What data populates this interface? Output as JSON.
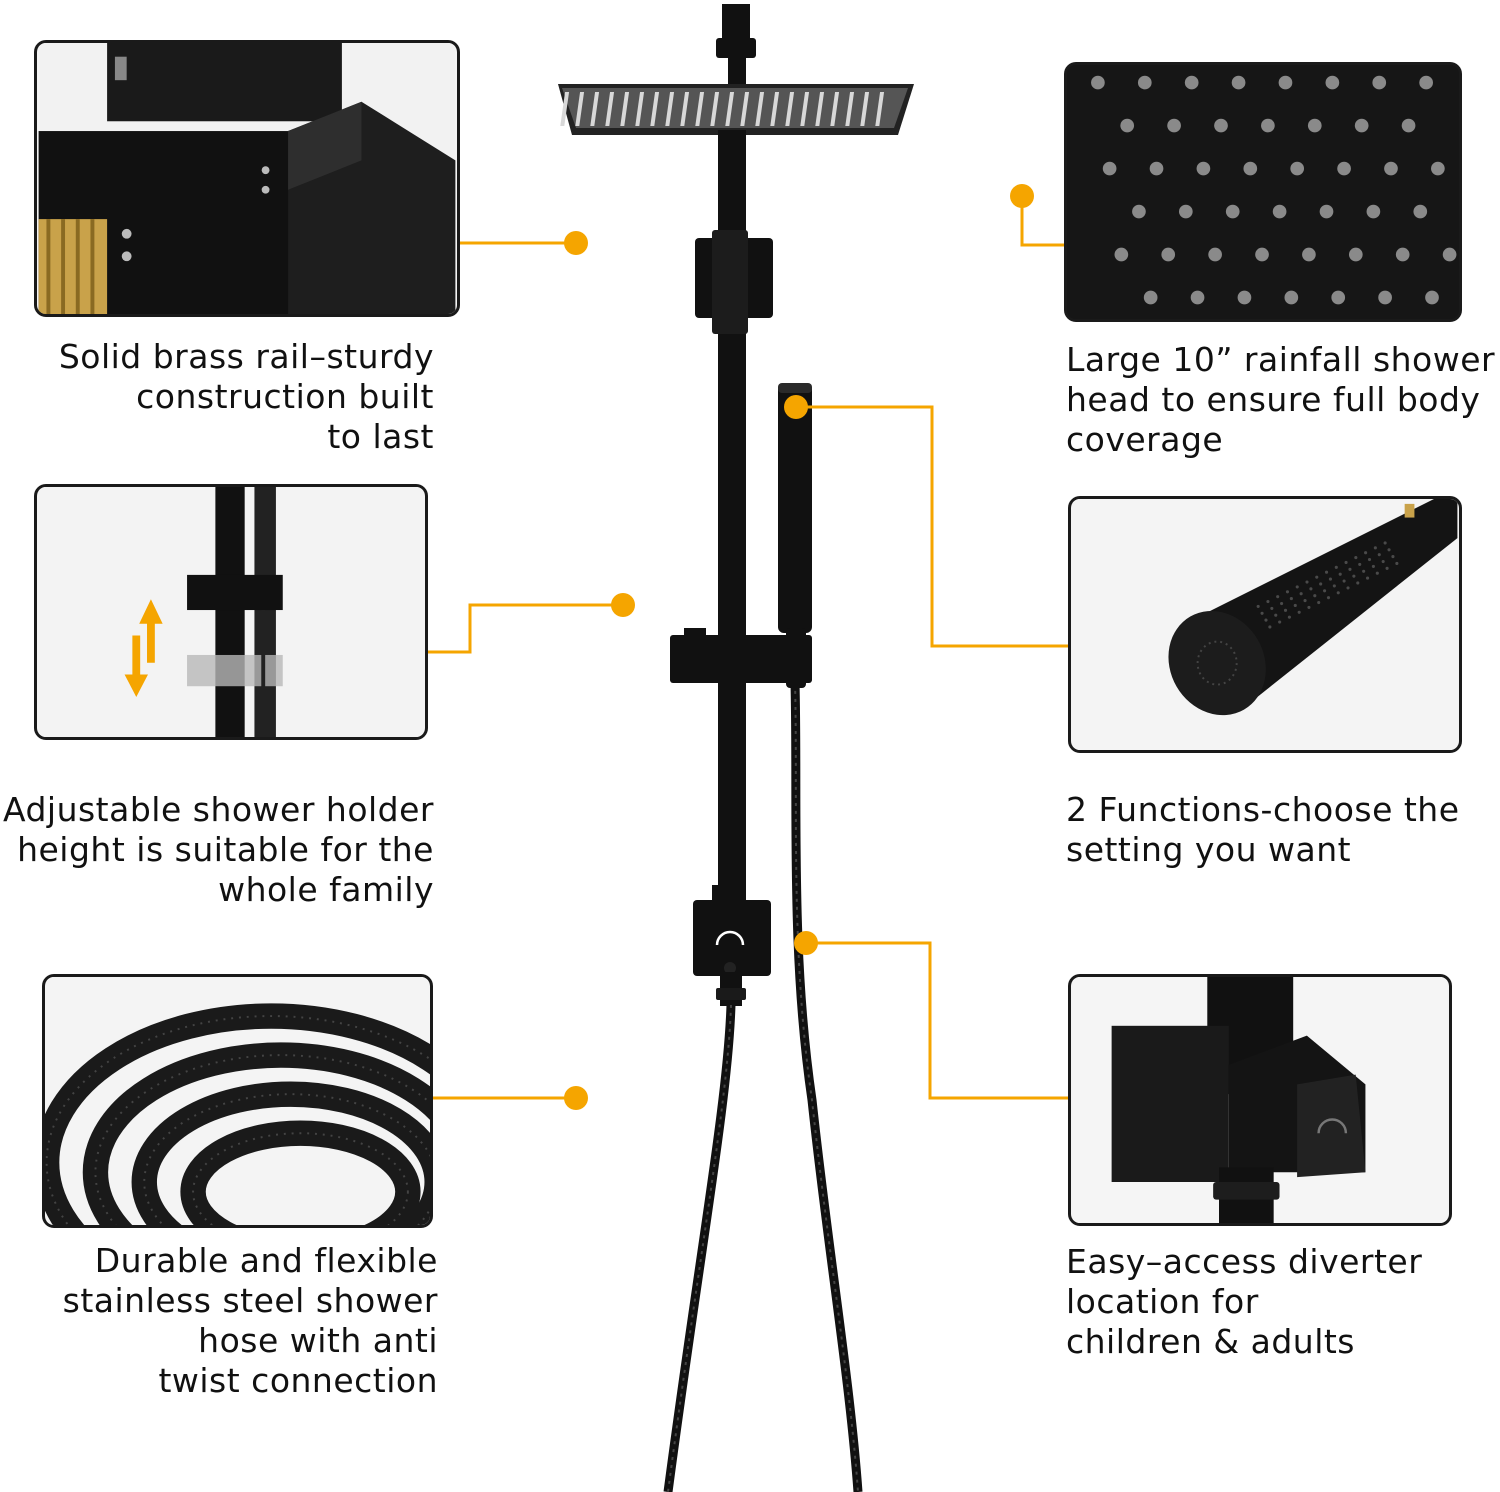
{
  "colors": {
    "accent": "#f5a500",
    "product": "#111111",
    "frame": "#1a1a1a",
    "brass": "#c9a24a"
  },
  "features": {
    "brass_rail": {
      "lines": [
        "Solid brass rail–sturdy",
        "construction built",
        "to last"
      ],
      "image": "brass-rail-elbow-closeup"
    },
    "holder": {
      "lines": [
        "Adjustable shower holder",
        "height is suitable for the",
        "whole family"
      ],
      "image": "sliding-holder-with-arrows"
    },
    "hose": {
      "lines": [
        "Durable and flexible",
        "stainless steel shower",
        "hose  with anti",
        "twist connection"
      ],
      "image": "coiled-black-hose"
    },
    "rain_head": {
      "lines": [
        "Large 10” rainfall shower",
        "head to ensure full body",
        "coverage"
      ],
      "image": "rain-head-nozzles-closeup"
    },
    "handheld": {
      "lines": [
        "2 Functions-choose the",
        "setting you want"
      ],
      "image": "handheld-sprayer-closeup"
    },
    "diverter": {
      "lines": [
        "Easy–access diverter",
        "location for",
        "children & adults"
      ],
      "image": "diverter-valve-closeup"
    }
  }
}
